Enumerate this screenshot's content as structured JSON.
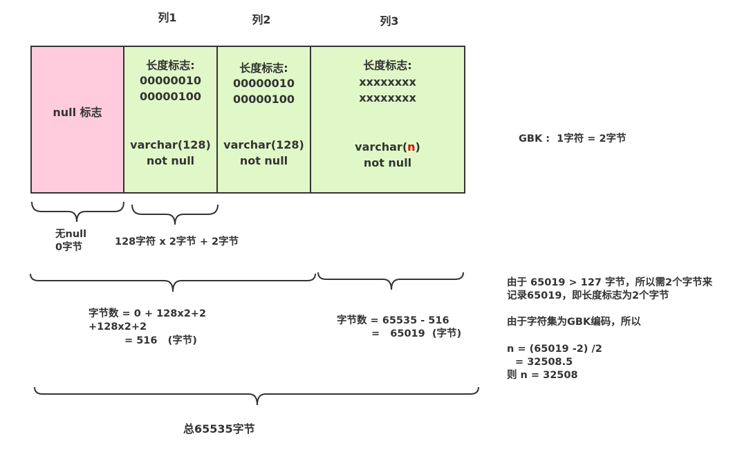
{
  "headers": {
    "col1": "列1",
    "col2": "列2",
    "col3": "列3"
  },
  "cells": {
    "null_flag": "null 标志",
    "col1": {
      "len_label": "长度标志:",
      "len_line1": "00000010",
      "len_line2": "00000100",
      "type": "varchar(128)",
      "constraint": "not null"
    },
    "col2": {
      "len_label": "长度标志:",
      "len_line1": "00000010",
      "len_line2": "00000100",
      "type": "varchar(128)",
      "constraint": "not null"
    },
    "col3": {
      "len_label": "长度标志:",
      "len_line1": "xxxxxxxx",
      "len_line2": "xxxxxxxx",
      "type_prefix": "varchar(",
      "type_var": "n",
      "type_suffix": ")",
      "constraint": "not null"
    }
  },
  "notes": {
    "gbk": "GBK :  1字符 = 2字节",
    "no_null_line1": "无null",
    "no_null_line2": "0字节",
    "col_bytes": "128字符 x 2字节 + 2字节",
    "left_calc_line1": "字节数 = 0 + 128x2+2",
    "left_calc_line2": "+128x2+2",
    "left_calc_line3": "= 516   (字节)",
    "right_calc_line1": "字节数 = 65535 - 516",
    "right_calc_line2": "=   65019  (字节)",
    "total": "总65535字节",
    "explain_line1": "由于 65019 > 127 字节，所以需2个字节来",
    "explain_line2": "记录65019，即长度标志为2个字节",
    "explain_line3": "由于字符集为GBK编码，所以",
    "explain_line4": "n = (65019 -2) /2",
    "explain_line5": "= 32508.5",
    "explain_line6": "则 n = 32508"
  },
  "colors": {
    "null_fill": "#ffccdd",
    "column_fill": "#e0f8c8",
    "border": "#333333",
    "variable_highlight": "#e00000"
  }
}
